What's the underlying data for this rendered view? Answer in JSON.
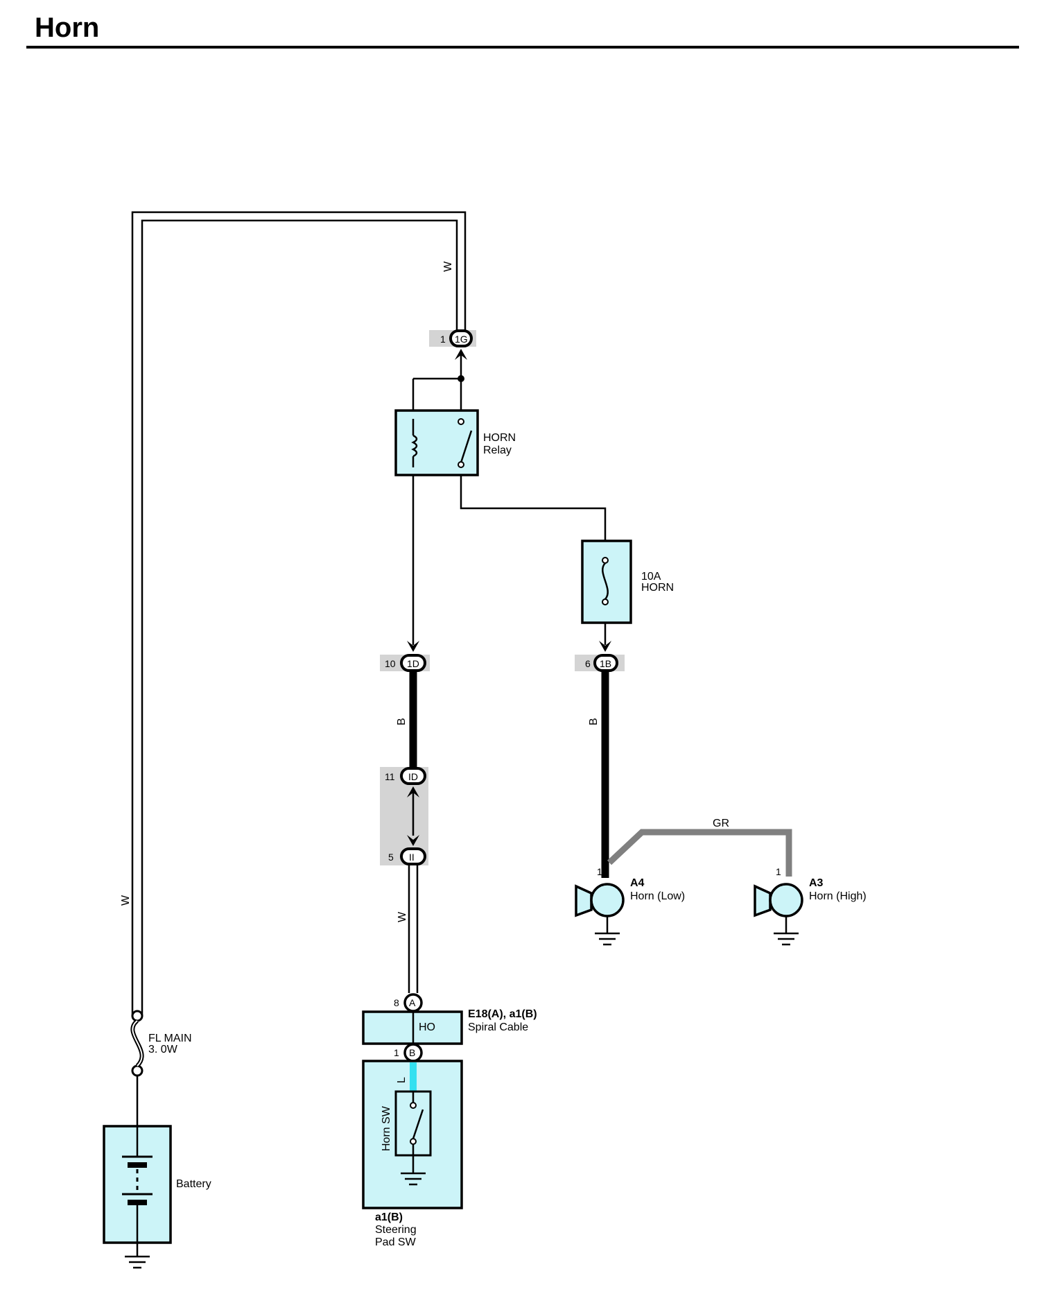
{
  "title": "Horn",
  "wires": {
    "w_top": "W",
    "w_left": "W",
    "b_left": "B",
    "b_right": "B",
    "w_lower": "W",
    "gr": "GR",
    "l_blue": "L"
  },
  "connectors": {
    "c1g": {
      "pin": "1",
      "id": "1G"
    },
    "c1d_10": {
      "pin": "10",
      "id": "1D"
    },
    "c1b_6": {
      "pin": "6",
      "id": "1B"
    },
    "c1d_11": {
      "pin": "11",
      "id": "ID"
    },
    "cii_5": {
      "pin": "5",
      "id": "II"
    },
    "ca_8": {
      "pin": "8",
      "id": "A"
    },
    "cb_1": {
      "pin": "1",
      "id": "B"
    }
  },
  "components": {
    "horn_relay": {
      "line1": "HORN",
      "line2": "Relay"
    },
    "fuse_horn": {
      "line1": "10A",
      "line2": "HORN"
    },
    "fl_main": {
      "line1": "FL MAIN",
      "line2": "3. 0W"
    },
    "battery": {
      "label": "Battery"
    },
    "spiral_cable": {
      "code": "E18(A), a1(B)",
      "name": "Spiral Cable",
      "terminal": "HO"
    },
    "steering_pad": {
      "code": "a1(B)",
      "line1": "Steering",
      "line2": "Pad SW",
      "switch_label": "Horn SW"
    },
    "horn_low": {
      "code": "A4",
      "name": "Horn (Low)",
      "pin": "1"
    },
    "horn_high": {
      "code": "A3",
      "name": "Horn (High)",
      "pin": "1"
    }
  },
  "colors": {
    "component_fill": "#ccf4f8",
    "connector_bg": "#d4d4d4",
    "gr_wire": "#808080",
    "l_wire": "#33e0f0"
  }
}
